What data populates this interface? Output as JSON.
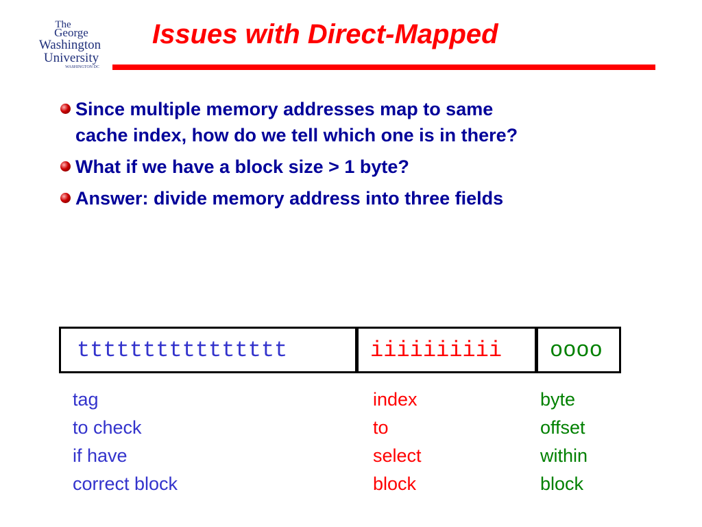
{
  "logo": {
    "lines": [
      "The",
      "George",
      "Washington",
      "University",
      "WASHINGTON DC"
    ]
  },
  "title": "Issues with Direct-Mapped",
  "bullets": [
    {
      "lines": [
        "Since multiple memory addresses map to same",
        "cache index, how do we tell which one is in there?"
      ]
    },
    {
      "lines": [
        "What if we have a block size > 1 byte?"
      ]
    },
    {
      "lines": [
        "Answer: divide memory address into three fields"
      ]
    }
  ],
  "address_fields": {
    "tag": {
      "bits": "tttttttttttttttt",
      "label": [
        "tag",
        "to check",
        "if have",
        "correct block"
      ]
    },
    "index": {
      "bits": "iiiiiiiiii",
      "label": [
        "index",
        "to",
        "select",
        "block"
      ]
    },
    "offset": {
      "bits": "oooo",
      "label": [
        "byte",
        "offset",
        "within",
        "block"
      ]
    }
  },
  "colors": {
    "title": "#ff0000",
    "rule": "#ff0000",
    "bullet_text": "#000099",
    "bullet_dot": "#cc0000",
    "tag": "#3333cc",
    "index": "#ff0000",
    "offset": "#008000",
    "logo": "#1f2f7a"
  }
}
